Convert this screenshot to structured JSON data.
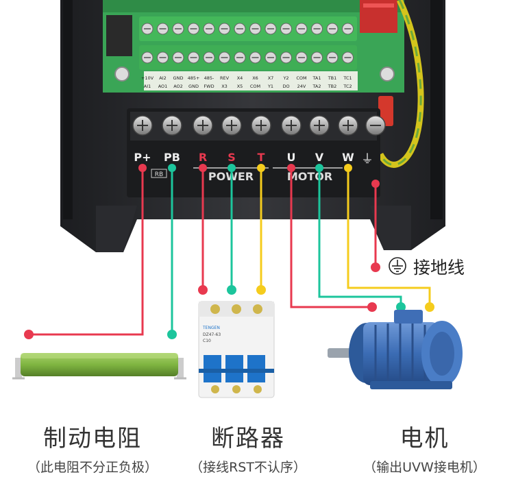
{
  "board": {
    "top_labels": [
      "+10V",
      "AI2",
      "GND",
      "485+",
      "485-",
      "REV",
      "X4",
      "X6",
      "X7",
      "Y2",
      "COM",
      "TA1",
      "TB1",
      "TC1"
    ],
    "bottom_labels": [
      "AI1",
      "AO1",
      "AO2",
      "GND",
      "FWD",
      "X3",
      "X5",
      "COM",
      "Y1",
      "DO",
      "24V",
      "TA2",
      "TB2",
      "TC2"
    ]
  },
  "terminals": {
    "labels": [
      "P+",
      "PB",
      "R",
      "S",
      "T",
      "U",
      "V",
      "W"
    ],
    "ground_symbol": "⏚",
    "power_caption": "POWER",
    "motor_caption": "MOTOR",
    "rb_label": "RB"
  },
  "components": {
    "resistor": {
      "title": "制动电阻",
      "note": "（此电阻不分正负极）"
    },
    "breaker": {
      "title": "断路器",
      "note": "（接线RST不认序）",
      "brand": "TENGEN",
      "model": "DZ47-63",
      "rating": "C10"
    },
    "motor": {
      "title": "电机",
      "note": "（输出UVW接电机）"
    },
    "ground": {
      "label": "接地线"
    }
  },
  "colors": {
    "red": "#e8394f",
    "teal": "#1cc59c",
    "yellow": "#f5cc1d",
    "housing": "#2e2f33",
    "pcb": "#3aa556",
    "terminal_green": "#44b85a",
    "motor_blue": "#3b6cb4",
    "resistor_green": "#7fb541",
    "breaker_blue": "#1e73c9"
  }
}
